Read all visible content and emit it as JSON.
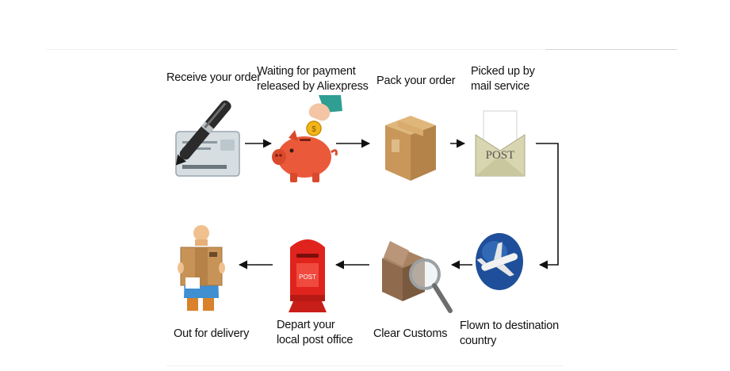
{
  "steps": [
    {
      "label": "Receive your order",
      "icon": "credit-card-pen-icon"
    },
    {
      "label": "Waiting for payment\nreleased by Aliexpress",
      "icon": "piggy-bank-coin-icon"
    },
    {
      "label": "Pack your order",
      "icon": "cardboard-box-icon"
    },
    {
      "label": "Picked up by\nmail service",
      "icon": "post-envelope-icon",
      "icon_text": "POST"
    },
    {
      "label": "Flown to destination\ncountry",
      "icon": "airplane-globe-icon"
    },
    {
      "label": "Clear Customs",
      "icon": "box-magnifier-icon"
    },
    {
      "label": "Depart your\nlocal post office",
      "icon": "mailbox-icon",
      "icon_text": "POST"
    },
    {
      "label": "Out for delivery",
      "icon": "delivery-man-icon"
    }
  ],
  "colors": {
    "arrow": "#111111",
    "piggy": "#ea5a3a",
    "box": "#c99a5b",
    "mailbox": "#e0231d",
    "globe": "#1f4f9a",
    "card": "#cfd8dc"
  }
}
